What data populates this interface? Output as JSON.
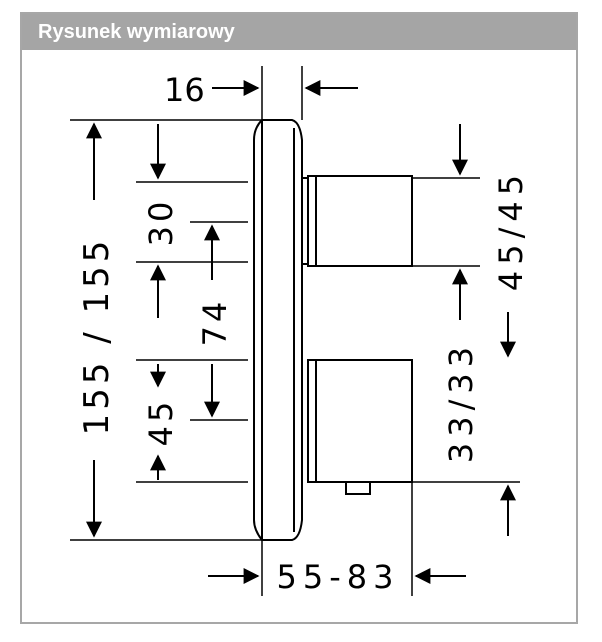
{
  "header": {
    "title": "Rysunek wymiarowy"
  },
  "dimensions": {
    "plate_depth": "16",
    "total_height": "155 / 155",
    "top_to_upper_knob": "30",
    "knob_spacing": "74",
    "lower_knob_height": "45",
    "upper_knob_size": "45/45",
    "lower_knob_size": "33/33",
    "projection": "55-83"
  }
}
